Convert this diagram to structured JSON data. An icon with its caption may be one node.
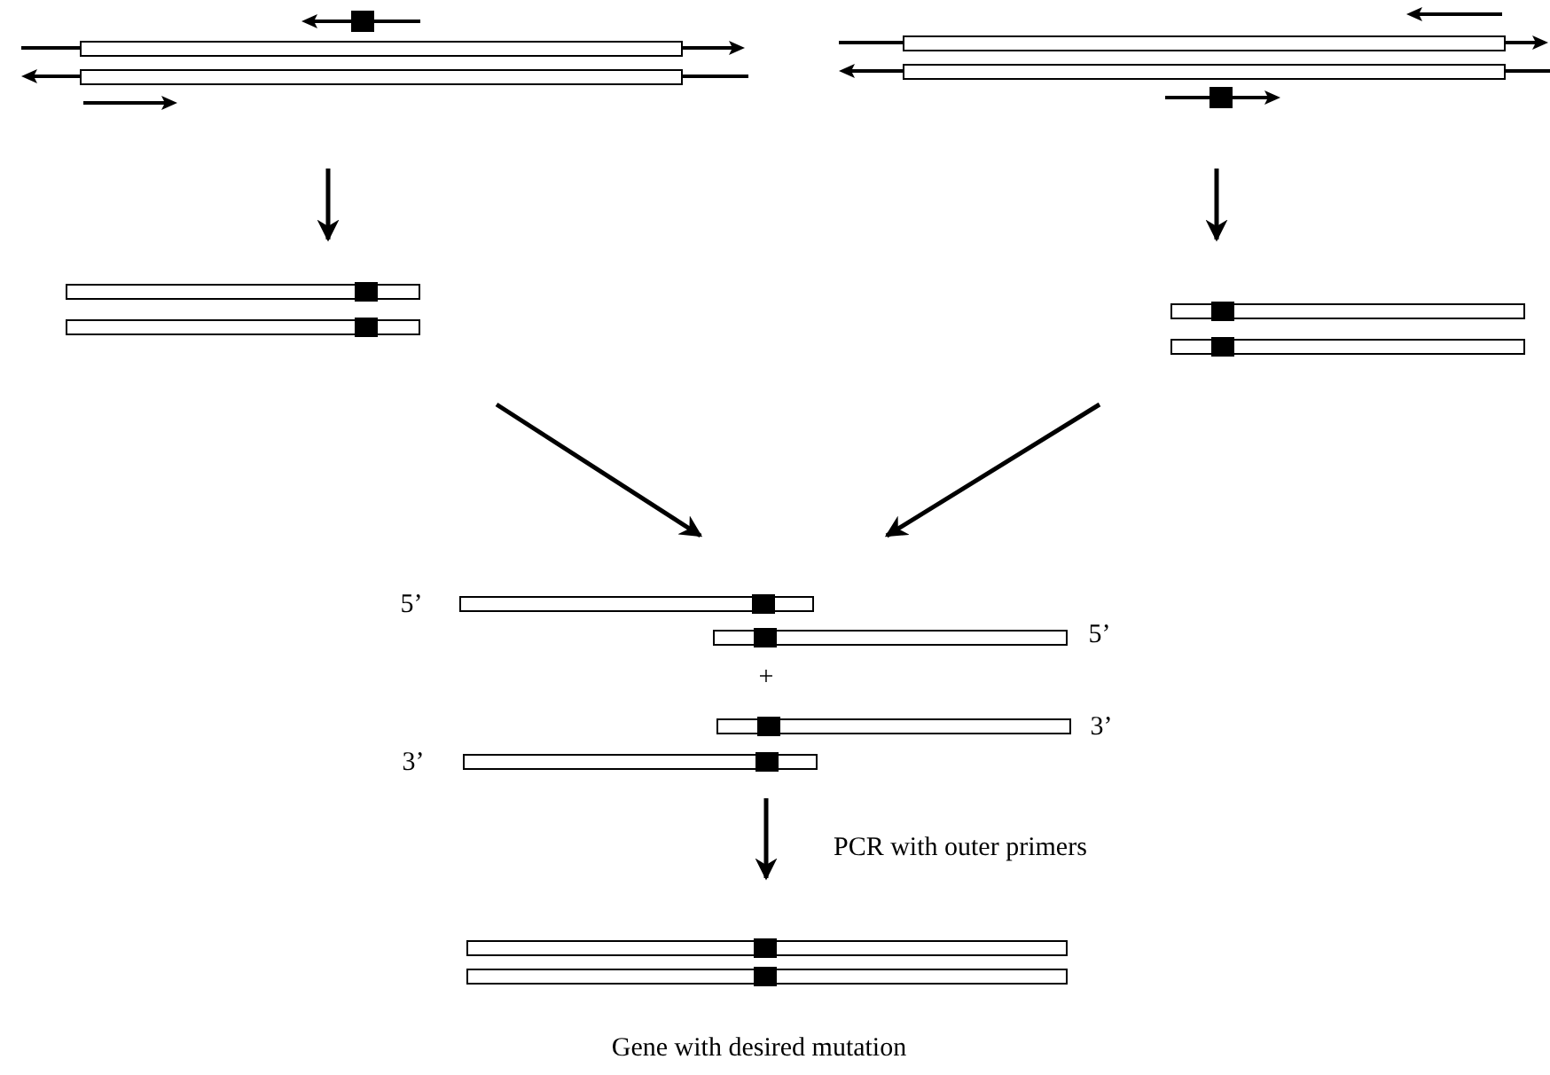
{
  "diagram": {
    "nodes": [
      {
        "text": [],
        "shape": "bar"
      },
      {
        "text": [],
        "shape": "bar"
      },
      {
        "text": [],
        "shape": "bar"
      },
      {
        "text": [],
        "shape": "bar"
      },
      {
        "text": [],
        "shape": "bar"
      },
      {
        "text": [],
        "shape": "bar",
        "beside": [
          "Gene with desired mutation"
        ]
      }
    ],
    "edges": [
      {
        "from": 0,
        "to": 2,
        "arrow": "to"
      },
      {
        "from": 1,
        "to": 3,
        "arrow": "to"
      },
      {
        "from": 2,
        "to": 4,
        "arrow": "to"
      },
      {
        "from": 3,
        "to": 4,
        "arrow": "to"
      },
      {
        "from": 4,
        "to": 5,
        "arrow": "to",
        "label": "PCR with outer primers"
      }
    ],
    "labels": [
      "5’",
      "5’",
      "+",
      "3’",
      "3’"
    ]
  }
}
